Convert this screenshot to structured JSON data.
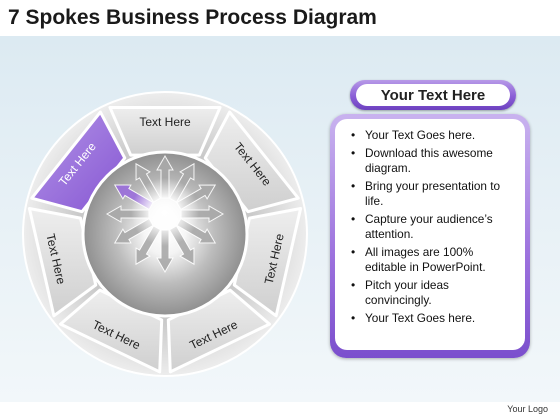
{
  "title": "7 Spokes Business Process Diagram",
  "segments": [
    {
      "label": "Text Here",
      "highlight": false
    },
    {
      "label": "Text Here",
      "highlight": false
    },
    {
      "label": "Text Here",
      "highlight": false
    },
    {
      "label": "Text Here",
      "highlight": false
    },
    {
      "label": "Text Here",
      "highlight": false
    },
    {
      "label": "Text Here",
      "highlight": false
    },
    {
      "label": "Text Here",
      "highlight": true
    }
  ],
  "panel": {
    "header": "Your Text Here",
    "bullets": [
      "Your Text Goes here.",
      "Download this awesome diagram.",
      "Bring your presentation to life.",
      "Capture your audience’s attention.",
      "All images are 100% editable in PowerPoint.",
      "Pitch your ideas convincingly.",
      "Your Text Goes here."
    ]
  },
  "logo": "Your Logo",
  "colors": {
    "highlight": "#9b6fdc",
    "segment": "#d9d9d9",
    "accent": "#8a5ed6"
  }
}
